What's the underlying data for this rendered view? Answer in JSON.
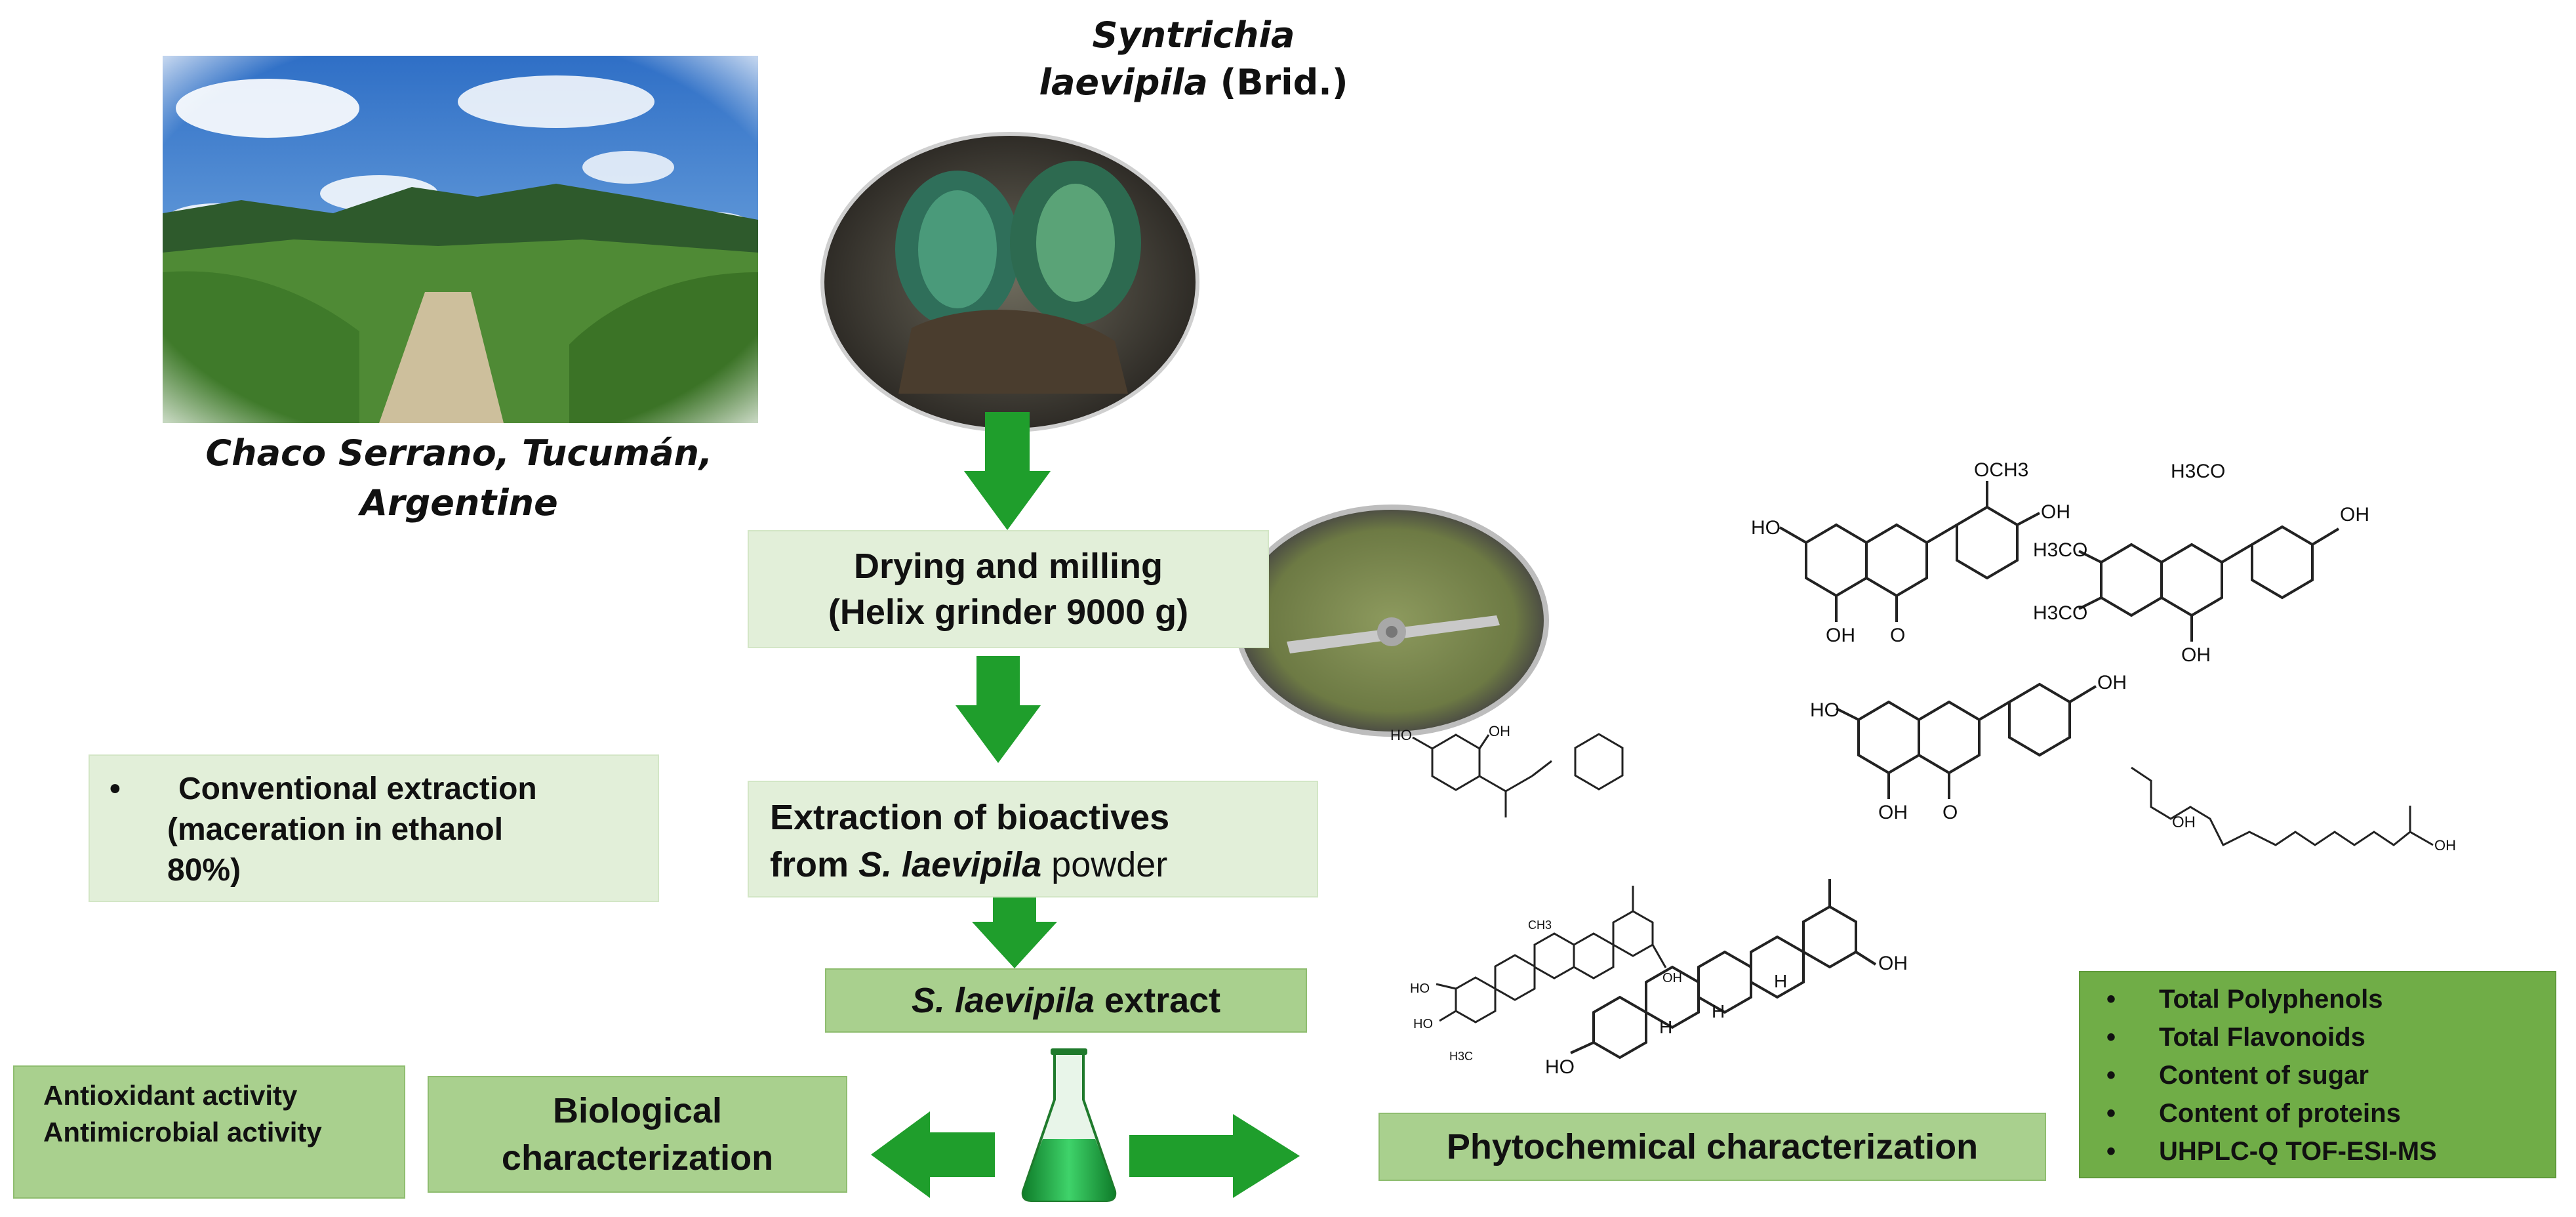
{
  "location": {
    "line1": "Chaco Serrano, Tucumán,",
    "line2": "Argentine"
  },
  "species": {
    "genus": "Syntrichia",
    "epithet": "laevipila",
    "author": " (Brid.)"
  },
  "steps": {
    "drying": {
      "line1": "Drying and milling",
      "line2": "(Helix grinder 9000 g)"
    },
    "extraction": {
      "line1": "Extraction of bioactives",
      "line2_prefix": "from ",
      "line2_italic": "S. laevipila",
      "line2_suffix": " powder"
    },
    "extract": {
      "italic": "S. laevipila",
      "suffix": " extract"
    }
  },
  "conventional": {
    "line1": "Conventional extraction",
    "line2": "(maceration in ethanol",
    "line3": "80%)"
  },
  "activities": {
    "item1": "Antioxidant activity",
    "item2": "Antimicrobial activity"
  },
  "biological": {
    "line1": "Biological",
    "line2": "characterization"
  },
  "phytochemical": {
    "label": "Phytochemical characterization"
  },
  "analyses": [
    "Total Polyphenols",
    "Total Flavonoids",
    "Content of sugar",
    "Content of proteins",
    "UHPLC-Q TOF-ESI-MS"
  ],
  "structure_labels": {
    "och3": "OCH3",
    "oh": "OH",
    "ho": "HO",
    "o": "O",
    "h3co": "H3CO",
    "h": "H",
    "ch3": "CH3",
    "h3c": "H3C"
  },
  "colors": {
    "arrow_green": "#1f9e2c",
    "box_light": "#e2efd9",
    "box_mid": "#a9d08e",
    "box_dark": "#70ad47"
  }
}
